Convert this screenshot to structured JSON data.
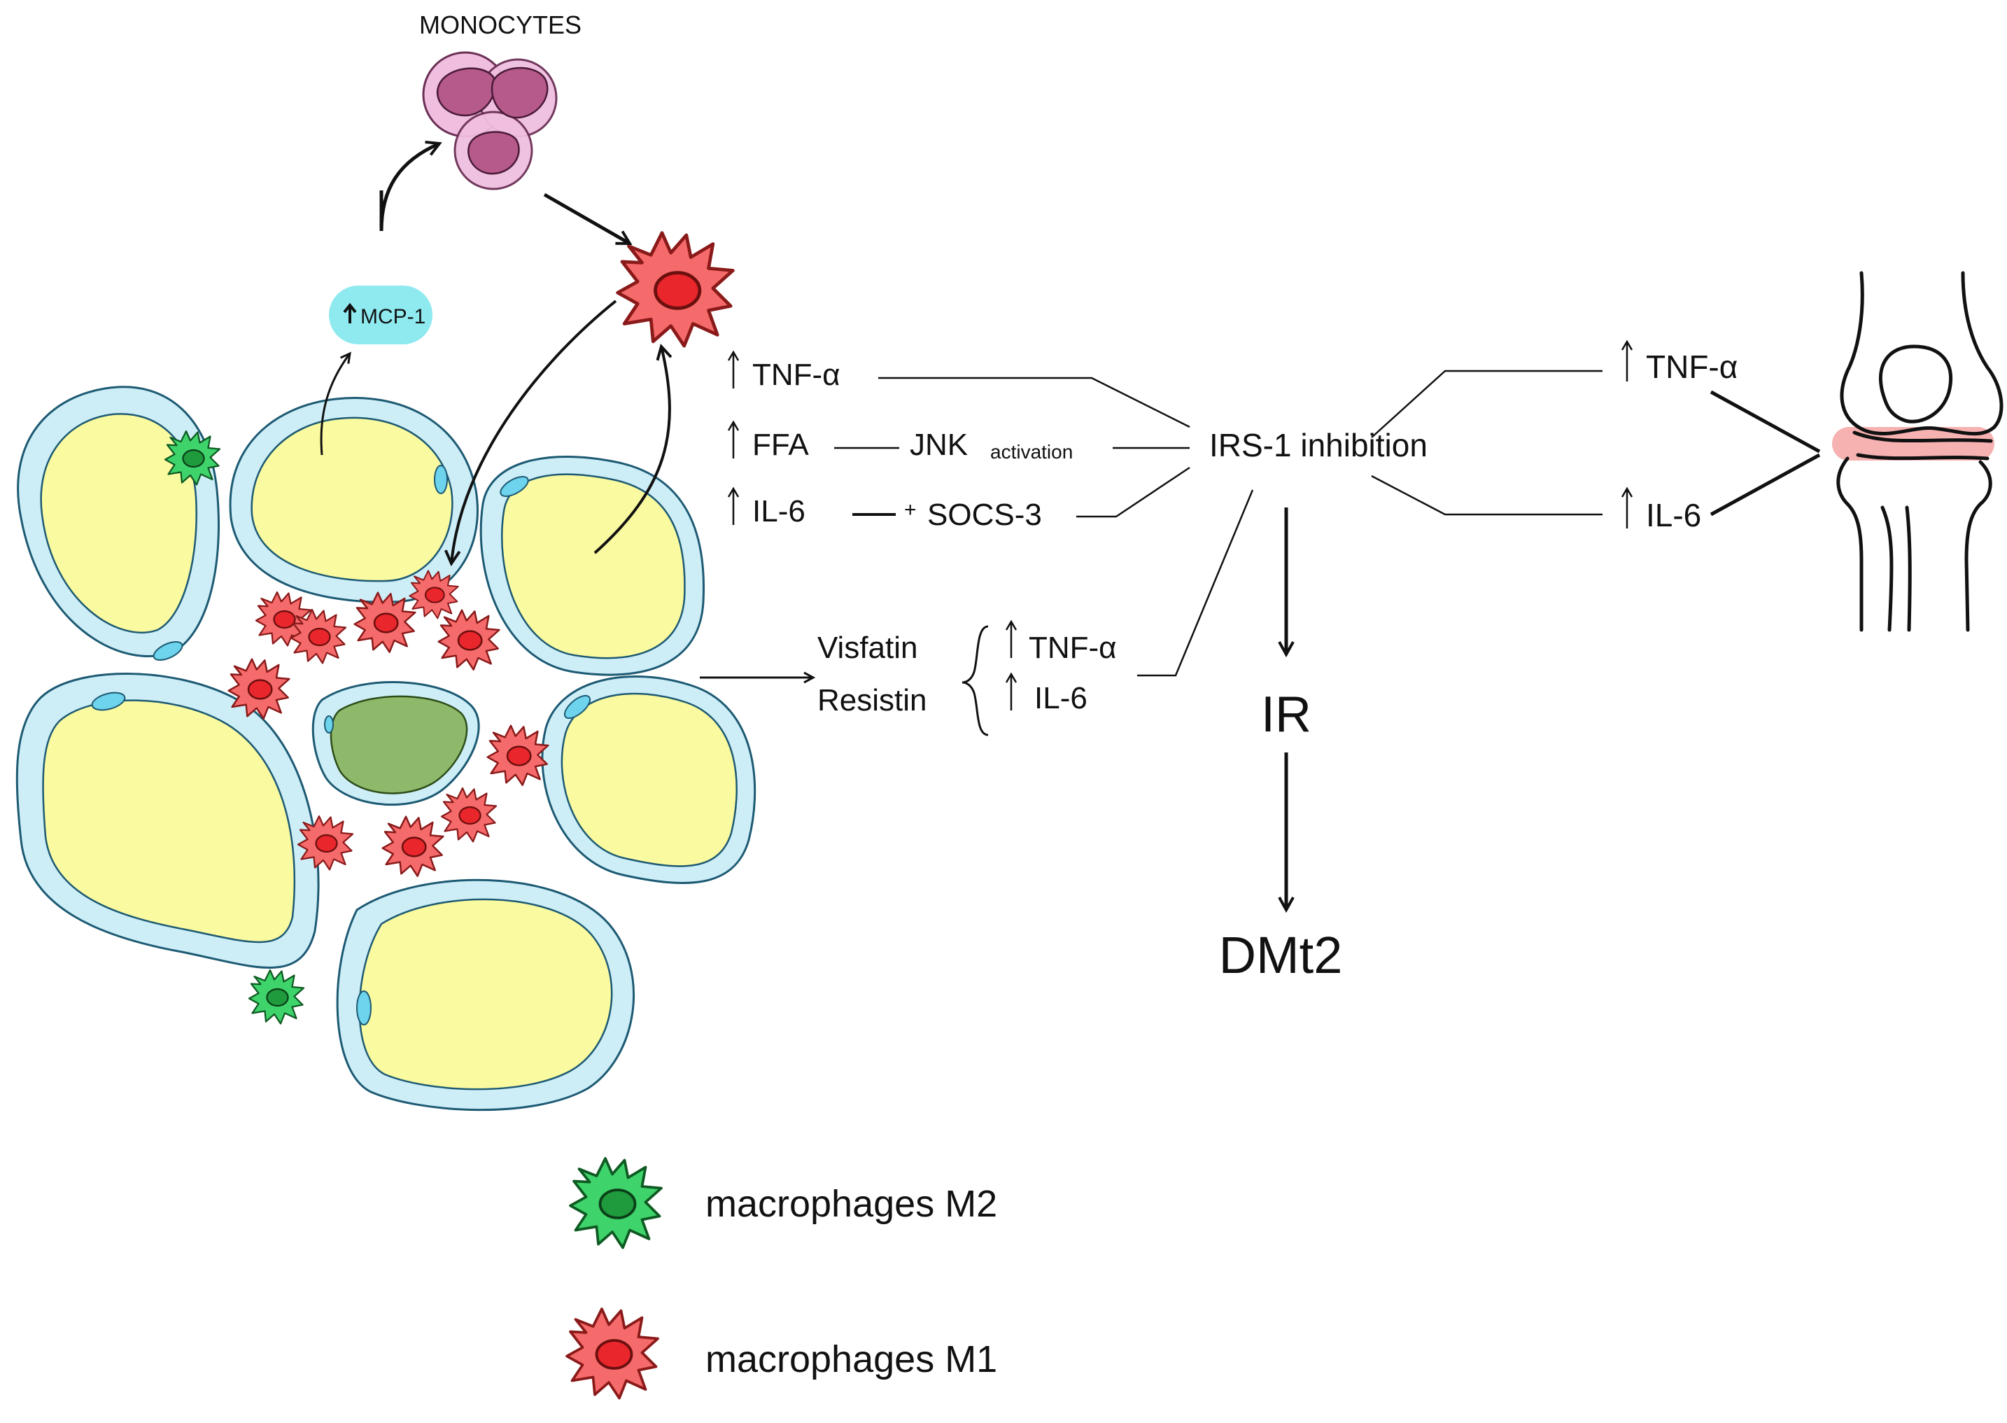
{
  "labels": {
    "monocytes": "MONOCYTES",
    "mcp1": "MCP-1",
    "tnf_left": "TNF-α",
    "ffa": "FFA",
    "jnk": "JNK",
    "jnk_sub": "activation",
    "il6_left": "IL-6",
    "plus": "+",
    "socs3": "SOCS-3",
    "irs1": "IRS-1 inhibition",
    "visfatin": "Visfatin",
    "resistin": "Resistin",
    "tnf_mid": "TNF-α",
    "il6_mid": "IL-6",
    "ir": "IR",
    "dmt2": "DMt2",
    "tnf_right": "TNF-α",
    "il6_right": "IL-6"
  },
  "legend": {
    "m2": "macrophages M2",
    "m1": "macrophages M1"
  },
  "colors": {
    "adipocyte_fill": "#fafaa0",
    "adipocyte_membrane": "#cdeef7",
    "outline": "#1d5a73",
    "m1": "#f56a6a",
    "m1_nucleus": "#e8262b",
    "m2": "#3fd36b",
    "m2_nucleus": "#1f9a3d",
    "monocyte": "#f0bfe0",
    "monocyte_nucleus": "#b65a8c",
    "mcp1_badge": "#8feaf0",
    "inflamed_joint": "#f4a3a3",
    "stromal_cell": "#8eb96a"
  }
}
